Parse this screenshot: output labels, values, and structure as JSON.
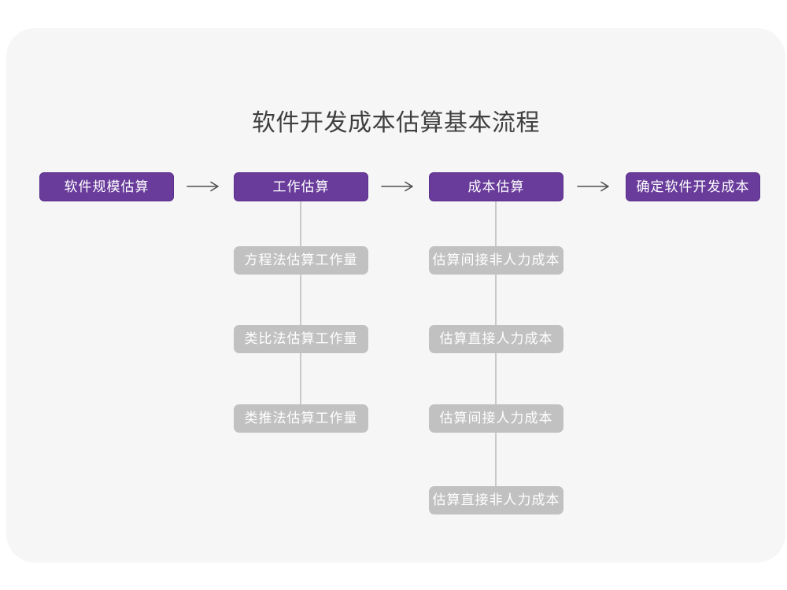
{
  "page": {
    "title": "软件开发成本估算基本流程"
  },
  "colors": {
    "accent_purple": "#693c9b",
    "accent_purple_border": "#5a2f8a",
    "node_gray": "#c1c1c2",
    "card_background": "#f6f6f7",
    "connector_line": "#c9c9c9",
    "arrow": "#4f4f4f",
    "title_text": "#3f3f3f",
    "box_text": "#ffffff"
  },
  "flow": {
    "stages": [
      {
        "label": "软件规模估算"
      },
      {
        "label": "工作估算"
      },
      {
        "label": "成本估算"
      },
      {
        "label": "确定软件开发成本"
      }
    ],
    "work_estimation_methods": [
      {
        "label": "方程法估算工作量"
      },
      {
        "label": "类比法估算工作量"
      },
      {
        "label": "类推法估算工作量"
      }
    ],
    "cost_estimation_steps": [
      {
        "label": "估算间接非人力成本"
      },
      {
        "label": "估算直接人力成本"
      },
      {
        "label": "估算间接人力成本"
      },
      {
        "label": "估算直接非人力成本"
      }
    ]
  },
  "icons": {
    "arrow_right": "right-arrow connector"
  }
}
